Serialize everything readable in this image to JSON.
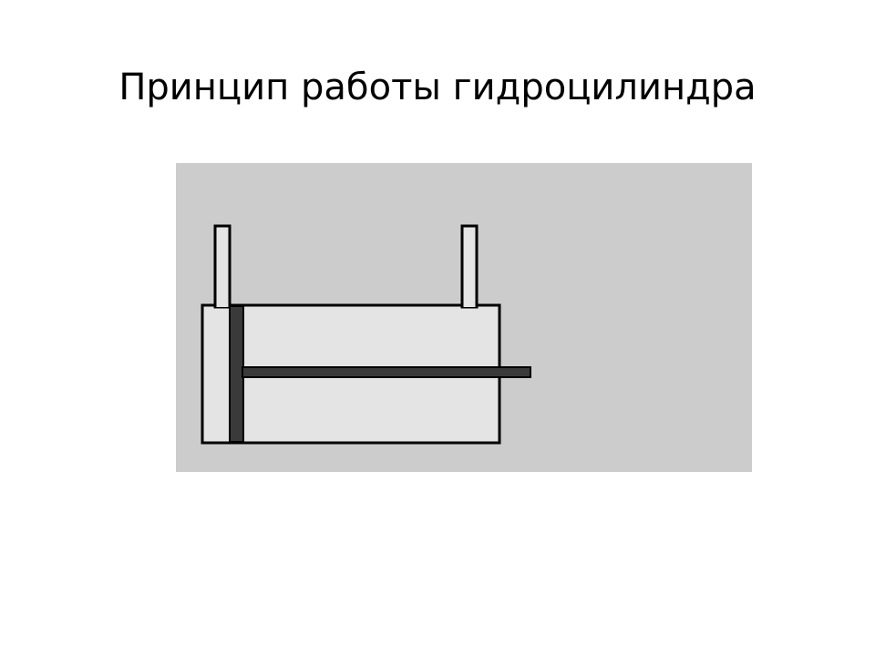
{
  "slide": {
    "title": "Принцип работы гидроцилиндра"
  },
  "colors": {
    "background": "#ffffff",
    "panel": "#cccccc",
    "cylinder_fill": "#e4e4e4",
    "outline": "#000000",
    "piston_and_rod": "#3a3a3a"
  },
  "diagram": {
    "components": [
      "cylinder-body",
      "left-port",
      "right-port",
      "piston",
      "piston-rod"
    ]
  }
}
